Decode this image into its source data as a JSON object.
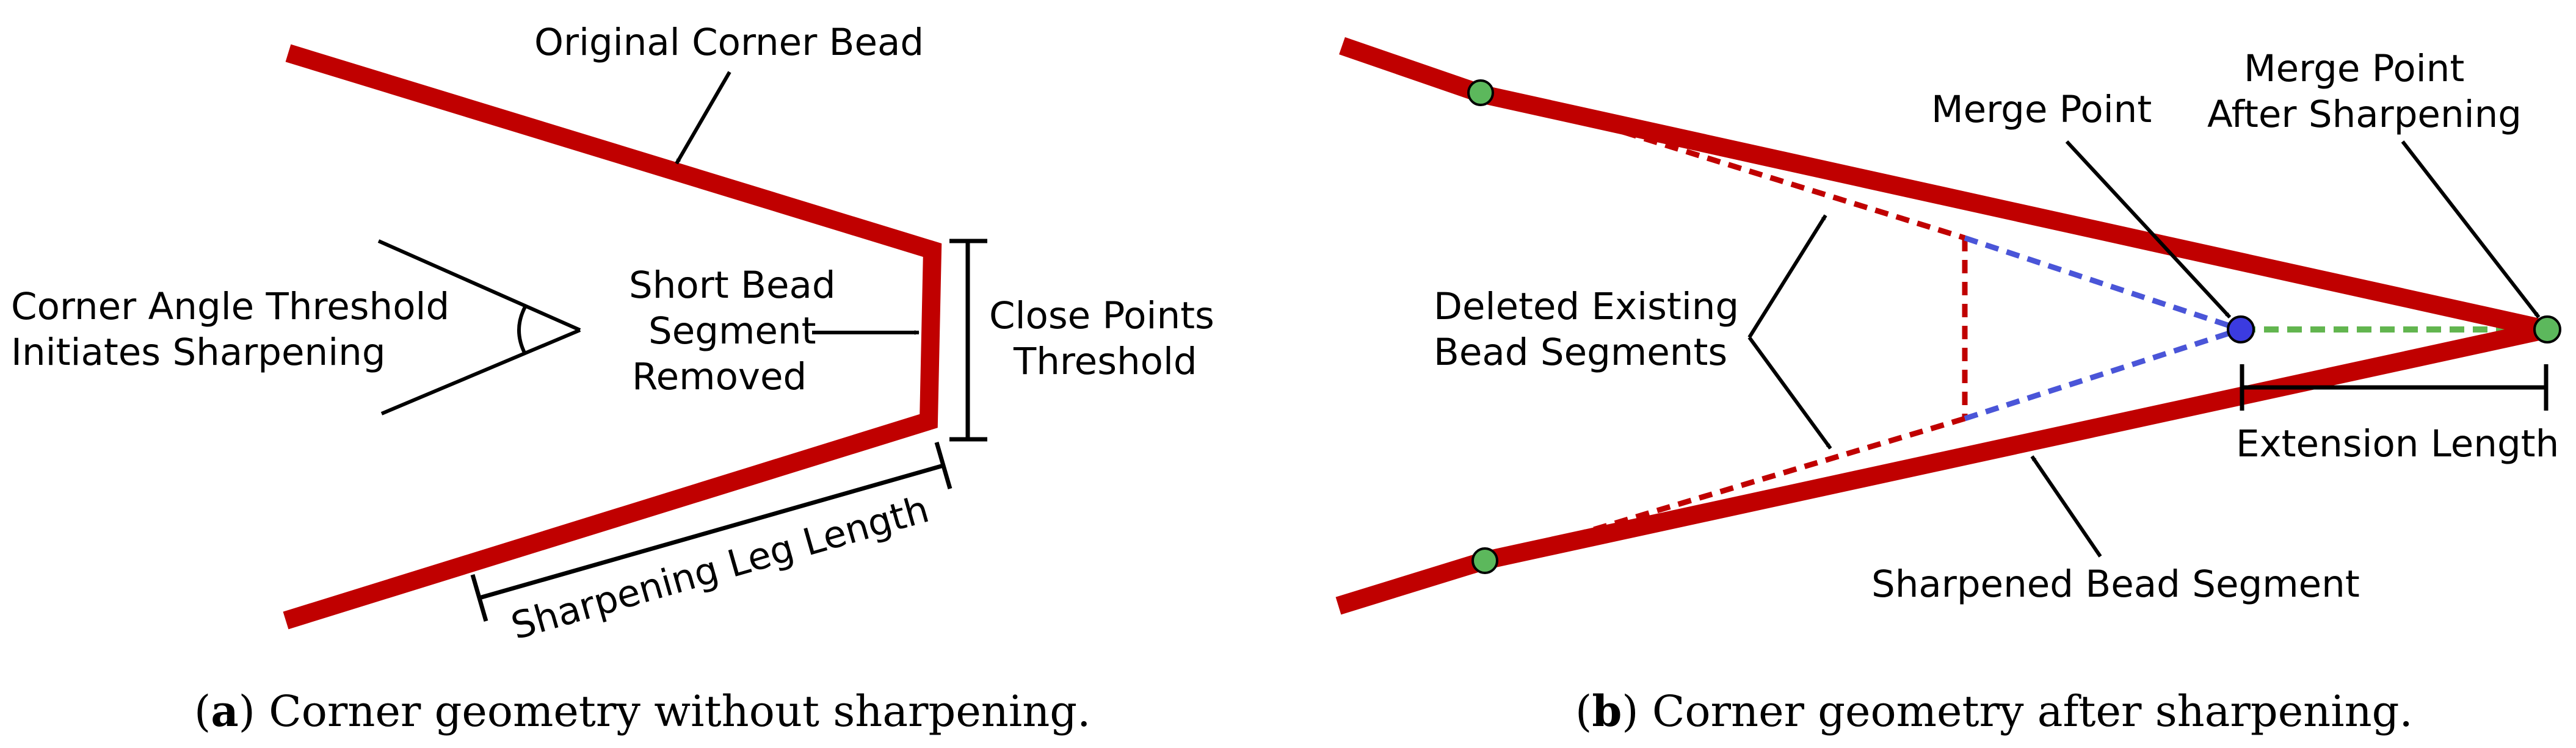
{
  "panel_a": {
    "labels": {
      "original_corner_bead": "Original Corner Bead",
      "corner_angle_line1": "Corner Angle Threshold",
      "corner_angle_line2": "Initiates Sharpening",
      "short_bead_line1": "Short Bead",
      "short_bead_line2": "Segment",
      "short_bead_line3": "Removed",
      "close_points_line1": "Close Points",
      "close_points_line2": "Threshold",
      "sharpening_leg_length": "Sharpening Leg Length"
    },
    "caption": {
      "letter": "a",
      "text": ") Corner geometry without sharpening."
    }
  },
  "panel_b": {
    "labels": {
      "merge_point": "Merge Point",
      "merge_after_line1": "Merge Point",
      "merge_after_line2": "After Sharpening",
      "deleted_line1": "Deleted Existing",
      "deleted_line2": "Bead Segments",
      "extension_length": "Extension Length",
      "sharpened_bead_segment": "Sharpened Bead Segment"
    },
    "caption": {
      "letter": "b",
      "text": ") Corner geometry after sharpening."
    }
  },
  "colors": {
    "bead": "#C00000",
    "deleted_dash": "#C00000",
    "merge_dash": "#4A55D8",
    "extension_dash": "#62B54F",
    "green_point": "#5CB85C",
    "blue_point": "#3B3BE0"
  }
}
